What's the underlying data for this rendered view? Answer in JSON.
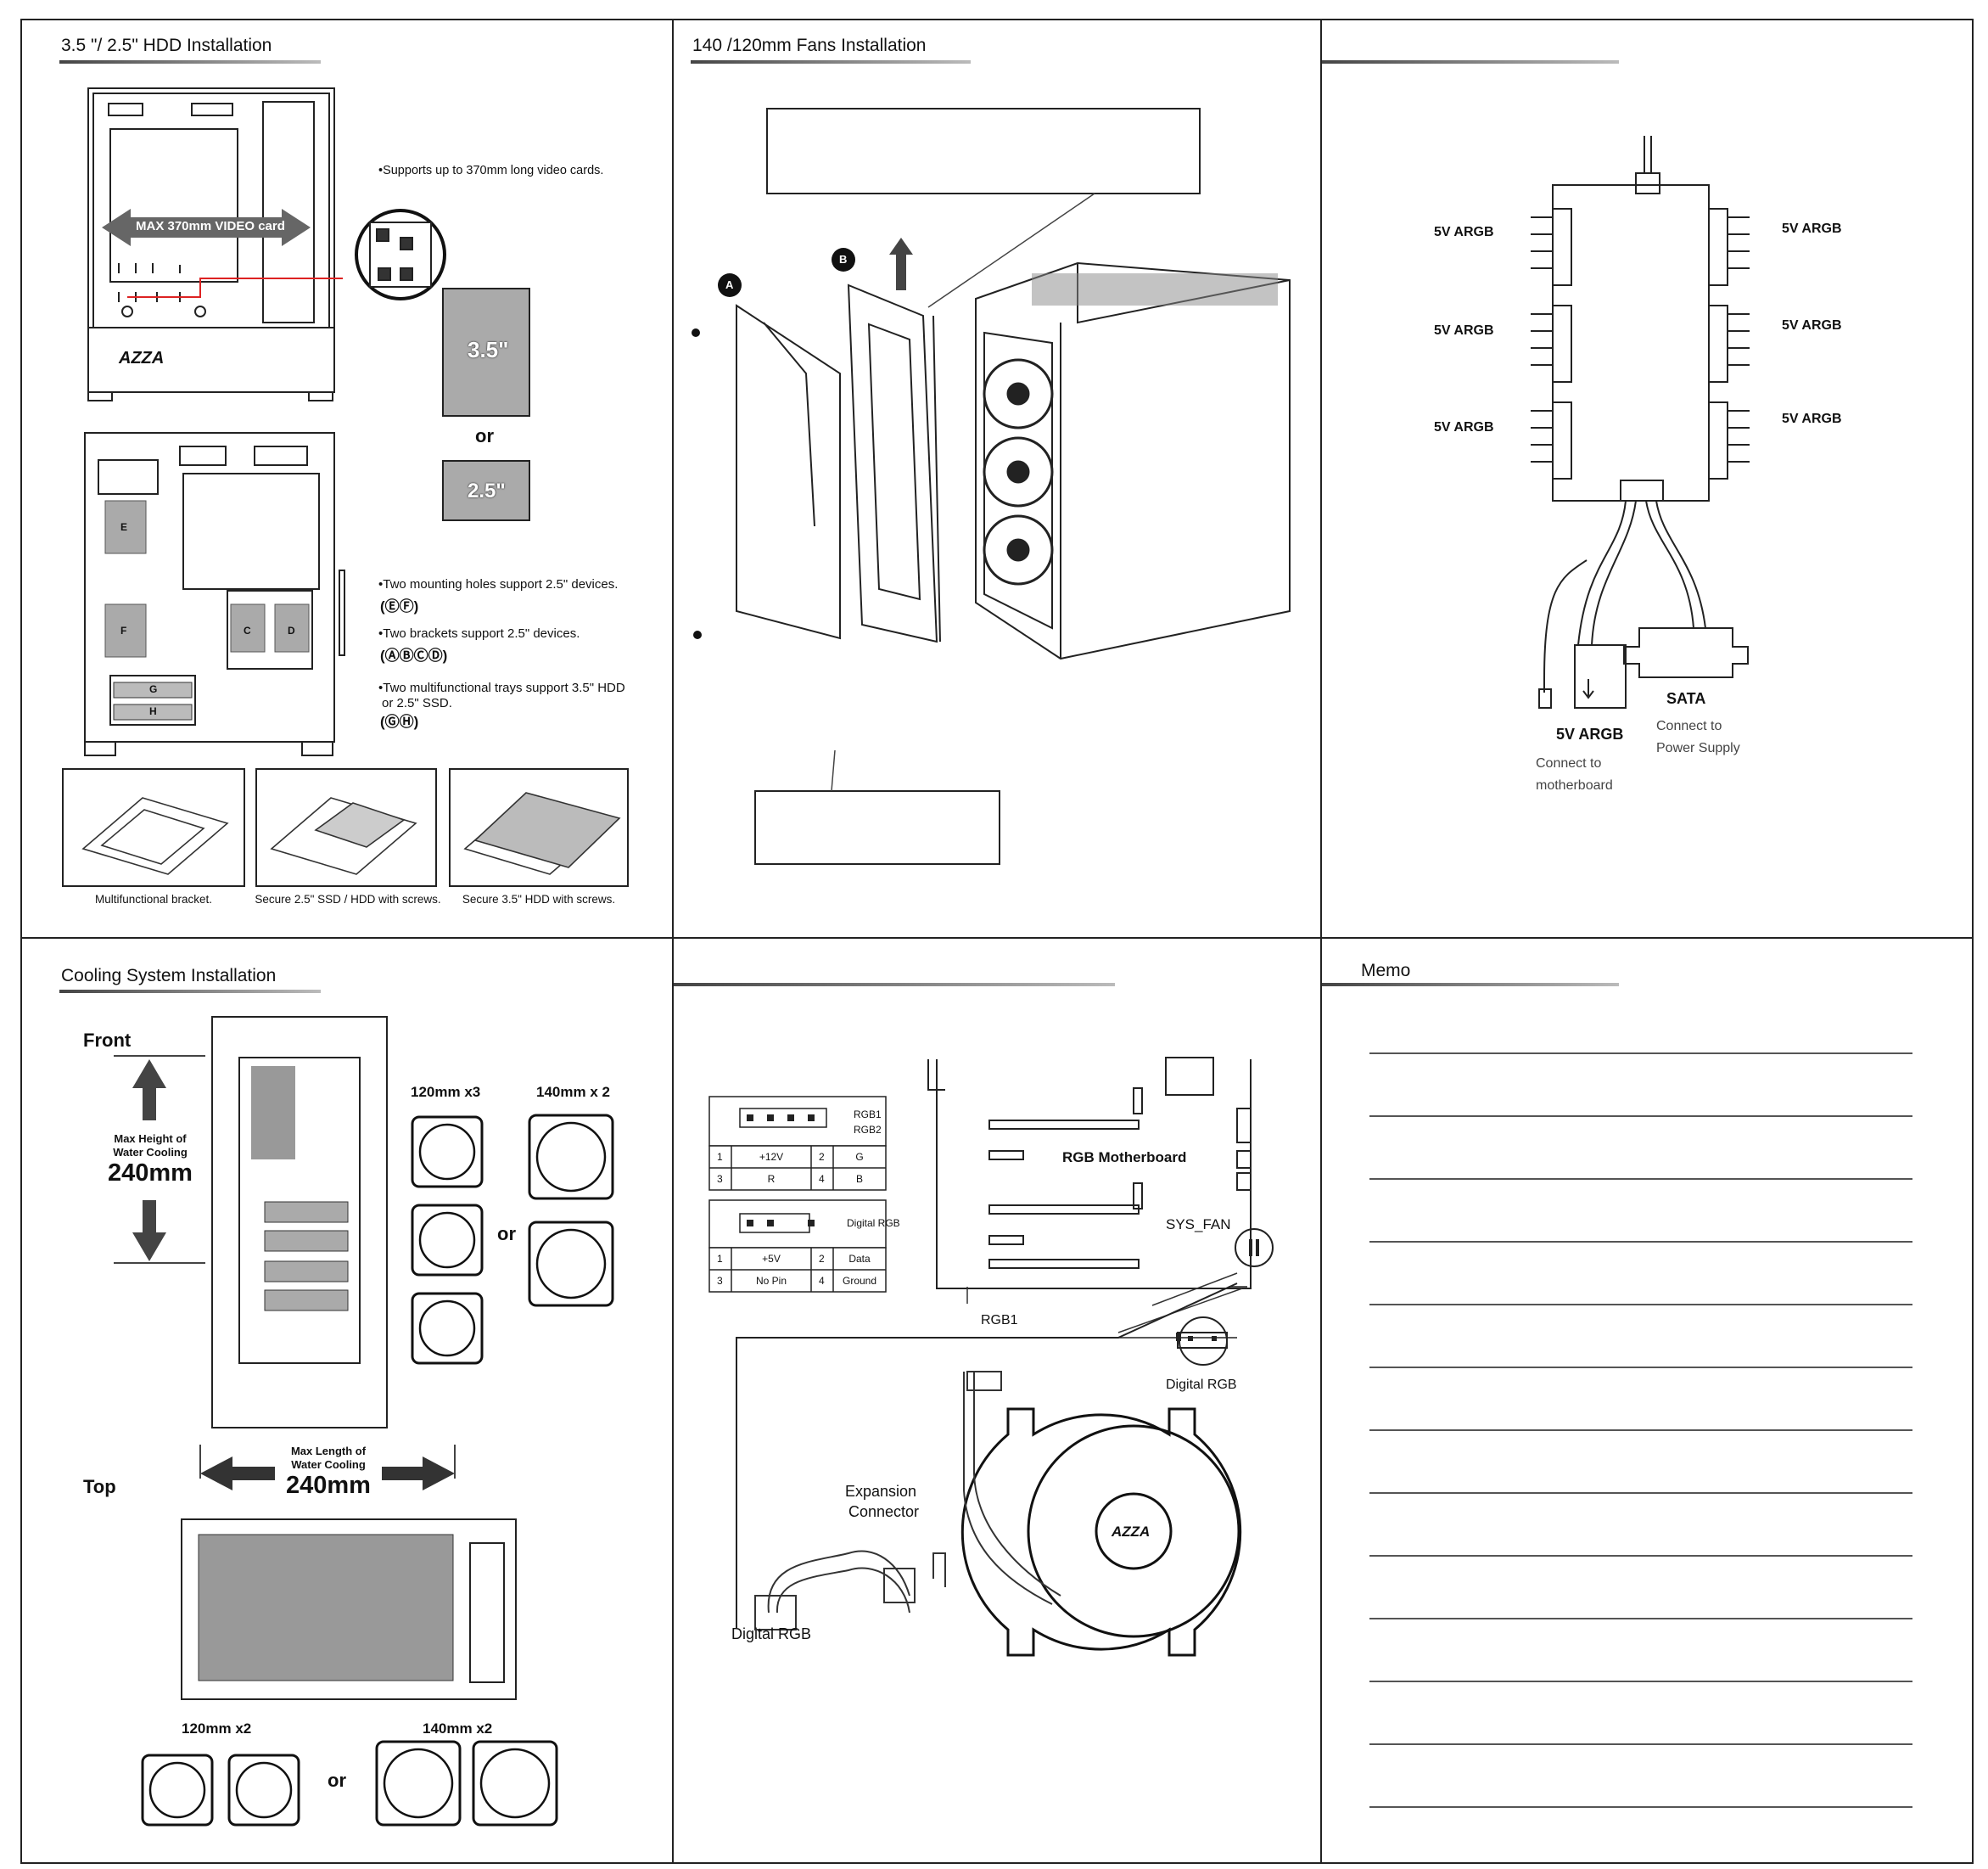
{
  "hdd": {
    "title": "3.5 \"/ 2.5\" HDD  Installation",
    "video_bar": "MAX 370mm VIDEO card",
    "video_note": "•Supports up to 370mm long video cards.",
    "size35": "3.5\"",
    "or": "or",
    "size25": "2.5\"",
    "brand": "AZZA",
    "notes": [
      "•Two mounting holes support 2.5\" devices.",
      "(ⒺⒻ)",
      "•Two brackets support  2.5\" devices.",
      "(ⒶⒷⒸⒹ)",
      "•Two multifunctional trays support 3.5\" HDD",
      "or 2.5\" SSD.",
      "(ⒼⒽ)"
    ],
    "labels": [
      "E",
      "F",
      "C",
      "D",
      "G",
      "H"
    ],
    "captions": [
      "Multifunctional bracket.",
      "Secure 2.5\" SSD / HDD with screws.",
      "Secure 3.5\" HDD with screws."
    ]
  },
  "fans": {
    "title": "140 /120mm Fans Installation",
    "label_a": "A",
    "label_b": "B"
  },
  "argb": {
    "title": "",
    "port_label": "5V ARGB",
    "sata": "SATA",
    "sata_note1": "Connect to",
    "sata_note2": "Power Supply",
    "argb_out": "5V ARGB",
    "mb_note1": "Connect to",
    "mb_note2": "motherboard"
  },
  "cooling": {
    "title": "Cooling System Installation",
    "front": "Front",
    "max_h1": "Max Height of",
    "max_h2": "Water Cooling",
    "max_h_val": "240mm",
    "fan120x3": "120mm x3",
    "fan140x2": "140mm x 2",
    "or": "or",
    "top": "Top",
    "max_l1": "Max Length of",
    "max_l2": "Water Cooling",
    "max_l_val": "240mm",
    "fan120x2": "120mm x2",
    "fan140x2b": "140mm x2"
  },
  "rgb": {
    "title": "",
    "table1": {
      "names": [
        "RGB1",
        "RGB2"
      ],
      "rows": [
        [
          "1",
          "+12V",
          "2",
          "G"
        ],
        [
          "3",
          "R",
          "4",
          "B"
        ]
      ]
    },
    "table2": {
      "name": "Digital RGB",
      "rows": [
        [
          "1",
          "+5V",
          "2",
          "Data"
        ],
        [
          "3",
          "No Pin",
          "4",
          "Ground"
        ]
      ]
    },
    "mb_label": "RGB Motherboard",
    "sys_fan": "SYS_FAN",
    "rgb1": "RGB1",
    "digital_rgb_header": "Digital RGB",
    "exp1": "Expansion",
    "exp2": "Connector",
    "digital_rgb": "Digital RGB",
    "fan_brand": "AZZA"
  },
  "memo": {
    "title": "Memo"
  }
}
